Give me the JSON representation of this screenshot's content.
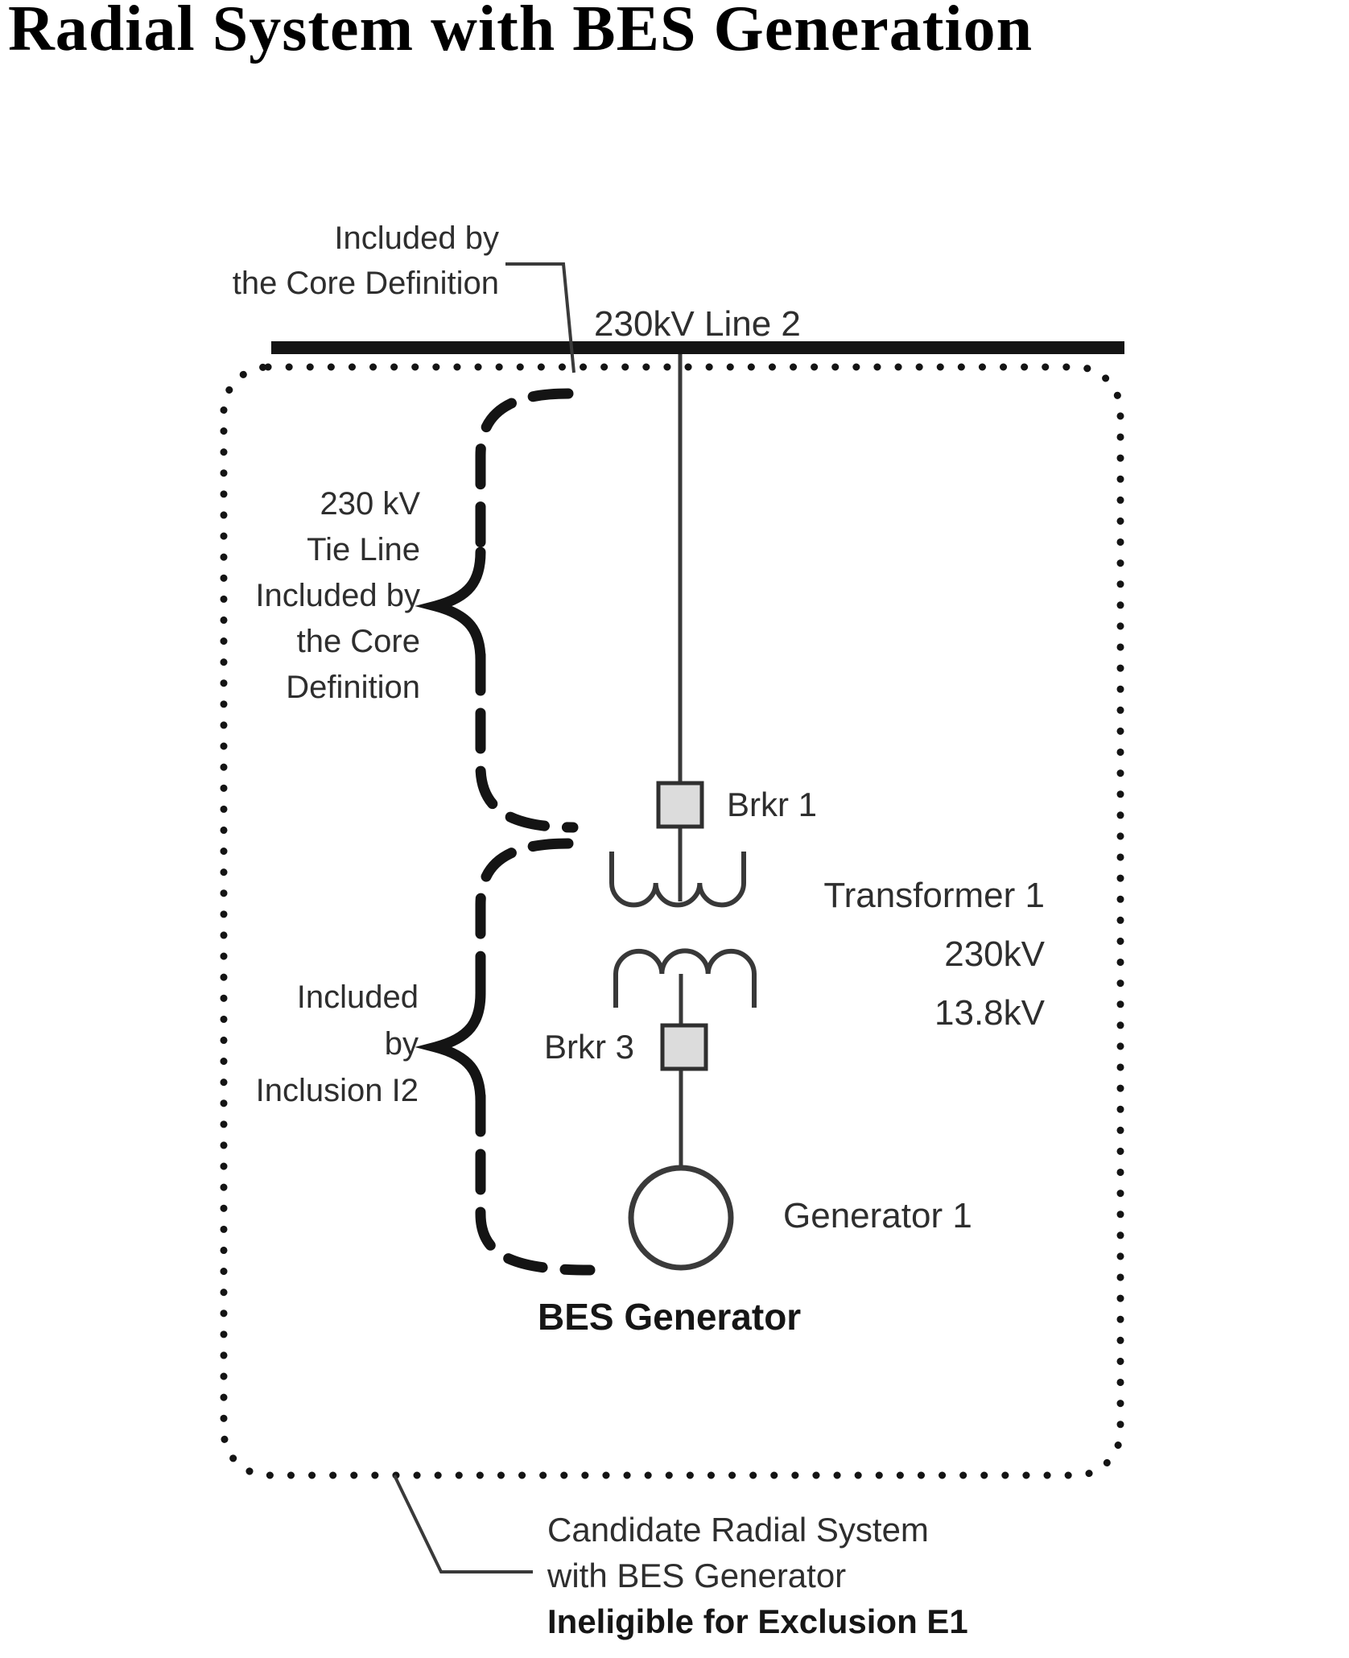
{
  "title": "Radial System with BES Generation",
  "diagram": {
    "top_note": {
      "line1": "Included by",
      "line2": "the Core Definition"
    },
    "line2_label": "230kV Line 2",
    "tie_note": {
      "line1": "230 kV",
      "line2": "Tie Line",
      "line3": "Included by",
      "line4": "the Core",
      "line5": "Definition"
    },
    "inclusion_note": {
      "line1": "Included",
      "line2": "by",
      "line3": "Inclusion I2"
    },
    "breaker1_label": "Brkr 1",
    "breaker3_label": "Brkr 3",
    "transformer": {
      "name": "Transformer 1",
      "primary_kv": "230kV",
      "secondary_kv": "13.8kV"
    },
    "generator_label": "Generator 1",
    "bes_label": "BES Generator",
    "bottom_note": {
      "line1": "Candidate Radial System",
      "line2": "with BES Generator",
      "line3": "Ineligible for Exclusion E1"
    }
  },
  "colors": {
    "ink": "#141414",
    "text": "#2e2e2e",
    "fill_breaker": "#dcdcdc",
    "background": "#ffffff"
  }
}
